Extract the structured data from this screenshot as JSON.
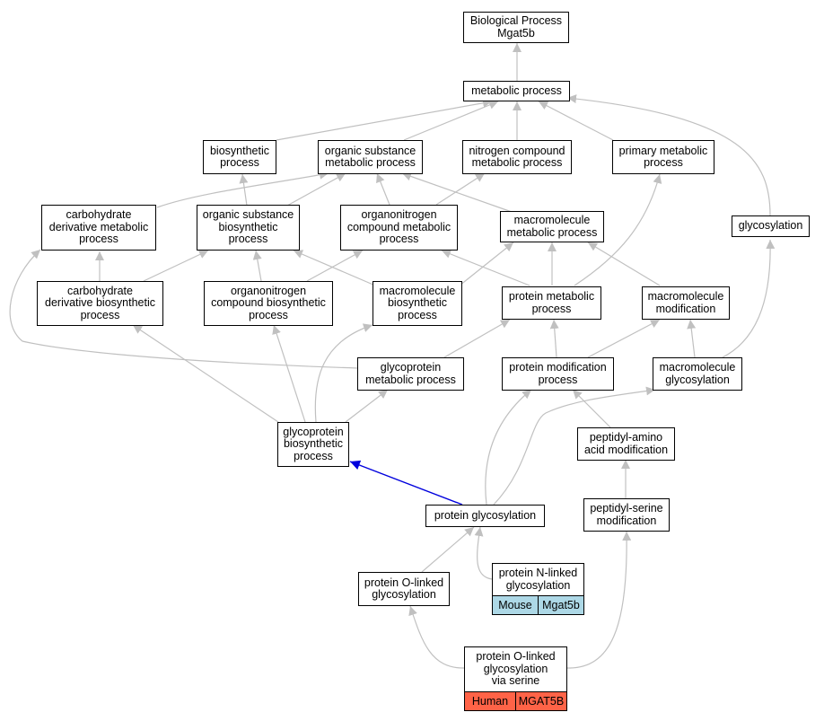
{
  "colors": {
    "edge": "#c0c0c0",
    "edge_highlight": "#0000dd",
    "mouse_annotation": "#add8e6",
    "human_annotation": "#ff6347"
  },
  "nodes": {
    "bp": "Biological Process\nMgat5b",
    "metabolic": "metabolic process",
    "biosynthetic": "biosynthetic\nprocess",
    "organic_sub_met": "organic substance\nmetabolic process",
    "nitrogen_comp_met": "nitrogen compound\nmetabolic process",
    "primary_met": "primary metabolic\nprocess",
    "carb_deriv_met": "carbohydrate\nderivative metabolic\nprocess",
    "organic_sub_bio": "organic substance\nbiosynthetic\nprocess",
    "organonitrogen_met": "organonitrogen\ncompound metabolic\nprocess",
    "macromolecule_met": "macromolecule\nmetabolic process",
    "glycosylation": "glycosylation",
    "carb_deriv_bio": "carbohydrate\nderivative biosynthetic\nprocess",
    "organonitrogen_bio": "organonitrogen\ncompound biosynthetic\nprocess",
    "macromolecule_bio": "macromolecule\nbiosynthetic\nprocess",
    "protein_met": "protein metabolic\nprocess",
    "macromolecule_mod": "macromolecule\nmodification",
    "glycoprotein_met": "glycoprotein\nmetabolic process",
    "protein_mod": "protein modification\nprocess",
    "macromolecule_glyc": "macromolecule\nglycosylation",
    "glycoprotein_bio": "glycoprotein\nbiosynthetic\nprocess",
    "peptidyl_amino": "peptidyl-amino\nacid modification",
    "protein_glyc": "protein glycosylation",
    "peptidyl_serine": "peptidyl-serine\nmodification",
    "protein_o_linked": "protein O-linked\nglycosylation"
  },
  "annotated_nodes": {
    "protein_n_linked": {
      "label": "protein N-linked\nglycosylation",
      "species": "Mouse",
      "gene": "Mgat5b"
    },
    "protein_o_linked_serine": {
      "label": "protein O-linked\nglycosylation\nvia serine",
      "species": "Human",
      "gene": "MGAT5B"
    }
  }
}
